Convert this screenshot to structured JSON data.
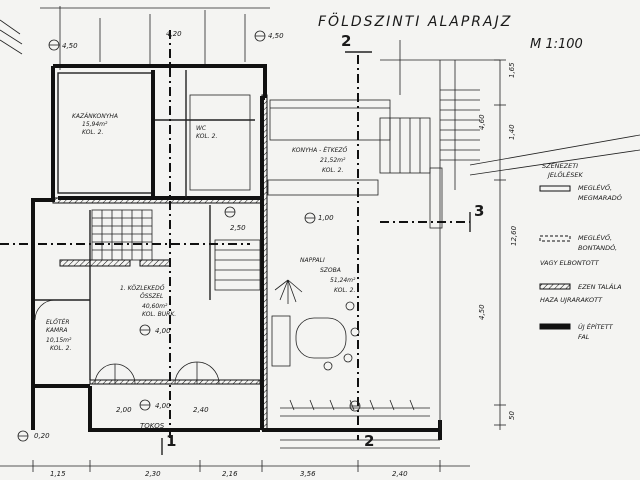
{
  "title": "FÖLDSZINTI ALAPRAJZ",
  "scale": "M 1:100",
  "rooms": {
    "kozlekedo": {
      "l1": "1. KÖZLEKEDŐ",
      "l2": "ÖSSZEL",
      "l3": "40,60m²",
      "l4": "KOL. BURK."
    },
    "konyha": {
      "l1": "KONYHA - ÉTKEZŐ",
      "l2": "21,52m²",
      "l3": "KOL. 2."
    },
    "nappali": {
      "l1": "NAPPALI",
      "l2": "SZOBA",
      "l3": "51,24m²",
      "l4": "KOL. 2."
    },
    "kazankonyha": {
      "l1": "KAZÁNKONYHA",
      "l2": "15,94m²",
      "l3": "KOL. 2."
    },
    "eloter": {
      "l1": "ELŐTÉR",
      "l2": "KAMRA",
      "l3": "10,15m²",
      "l4": "KOL. 2."
    },
    "wc": {
      "l1": "WC",
      "l2": "KOL. 2."
    }
  },
  "section_marks": [
    "2",
    "3",
    "1",
    "2"
  ],
  "bottom_dims": [
    "1,15",
    "2,30",
    "2,16",
    "3,56",
    "2,40"
  ],
  "right_dims": [
    "1,65",
    "4,60",
    "1,40",
    "12,60",
    "4,50",
    "50"
  ],
  "misc_dims": [
    "4,50",
    "4,20",
    "4,50",
    "1,00",
    "0,20",
    "2,50",
    "2,00",
    "2,40",
    "4,00",
    "4,00",
    "TOKOS"
  ],
  "legend": {
    "title1": "SZÉNEZETI",
    "title2": "JELÖLÉSEK",
    "items": [
      {
        "label1": "MEGLÉVŐ,",
        "label2": "MEGMARADÓ"
      },
      {
        "label1": "MEGLÉVŐ,",
        "label2": "BONTANDÓ,"
      },
      {
        "label1": "VAGY ELBONTOTT",
        "label2": ""
      },
      {
        "label1": "EZEN TALÁLA",
        "label2": "HAZA UJRARAKOTT"
      },
      {
        "label1": "ÚJ ÉPÍTETT",
        "label2": "FAL"
      }
    ]
  }
}
